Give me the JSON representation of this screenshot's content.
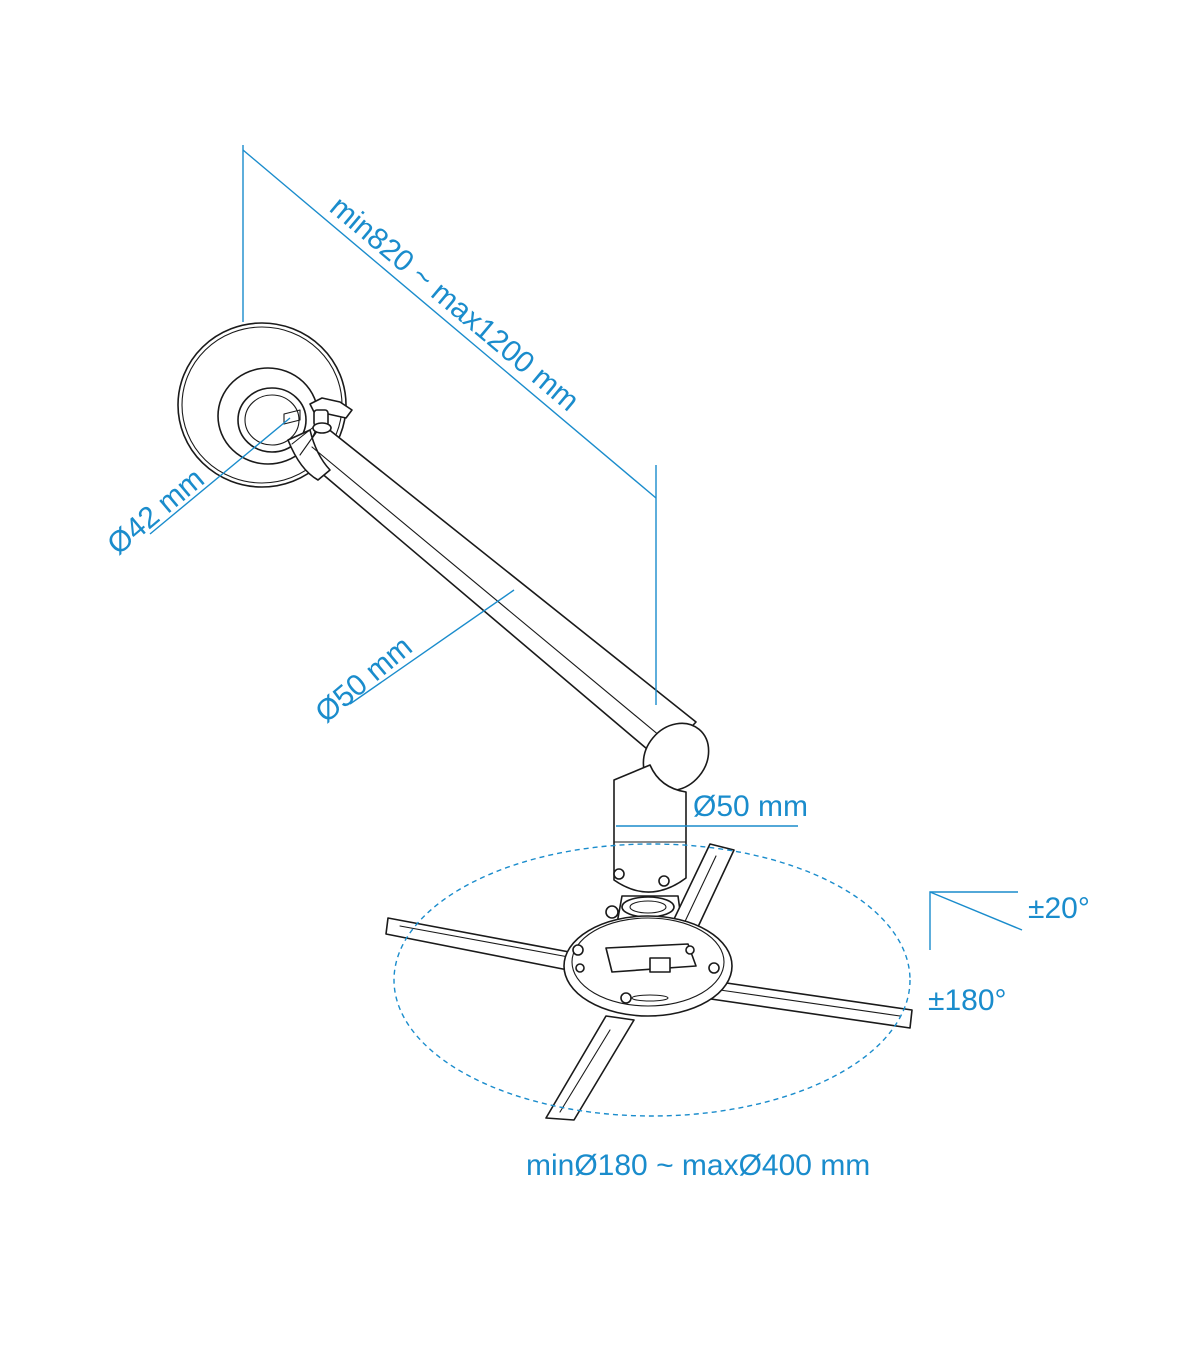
{
  "dimensions": {
    "arm_length": "min820 ~ max1200 mm",
    "inner_tube_diameter": "Ø42 mm",
    "outer_tube_diameter": "Ø50 mm",
    "vertical_tube_diameter": "Ø50 mm",
    "tilt_angle": "±20°",
    "rotation_angle": "±180°",
    "bracket_span": "minØ180 ~ maxØ400 mm"
  },
  "colors": {
    "dimension": "#1a8ccc",
    "line_art": "#1a1a1a",
    "background": "#ffffff"
  }
}
